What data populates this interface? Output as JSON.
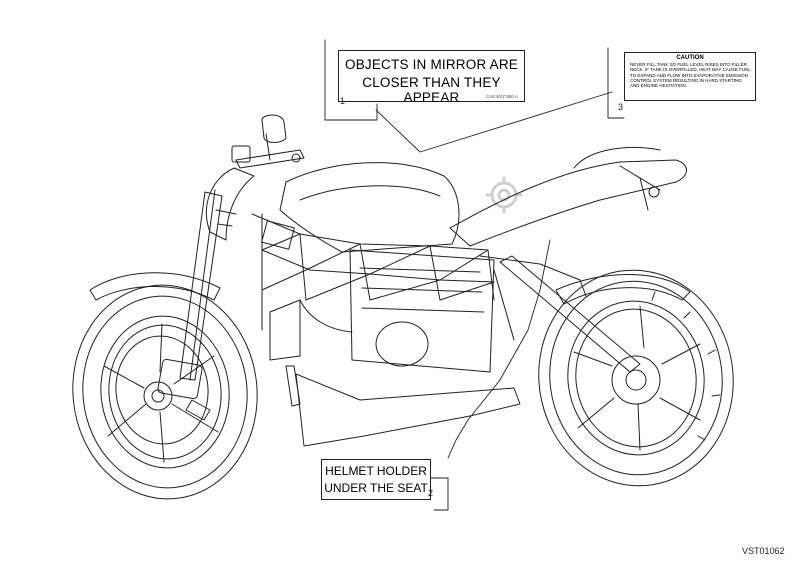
{
  "labels": {
    "mirror": {
      "line1": "OBJECTS IN MIRROR ARE",
      "line2": "CLOSER THAN THEY APPEAR",
      "code": "CA8.4(0)*1B0.A"
    },
    "caution": {
      "title": "CAUTION",
      "text": "NEVER FILL TANK SO FUEL LEVEL RISES INTO FILLER NECK. IF TANK IS OVERFILLED, HEAT MAY CAUSE FUEL TO EXPAND AND FLOW INTO EVAPORATIVE EMISSION CONTROL SYSTEM RESULTING IN HARD STARTING AND ENGINE HESITATION."
    },
    "helmet": {
      "line1": "HELMET HOLDER",
      "line2": "UNDER THE SEAT"
    }
  },
  "callouts": {
    "one": "1",
    "two": "2",
    "three": "3"
  },
  "reference_code": "VST01062",
  "colors": {
    "line": "#222222",
    "watermark": "#cfcfcf",
    "background": "#ffffff"
  }
}
